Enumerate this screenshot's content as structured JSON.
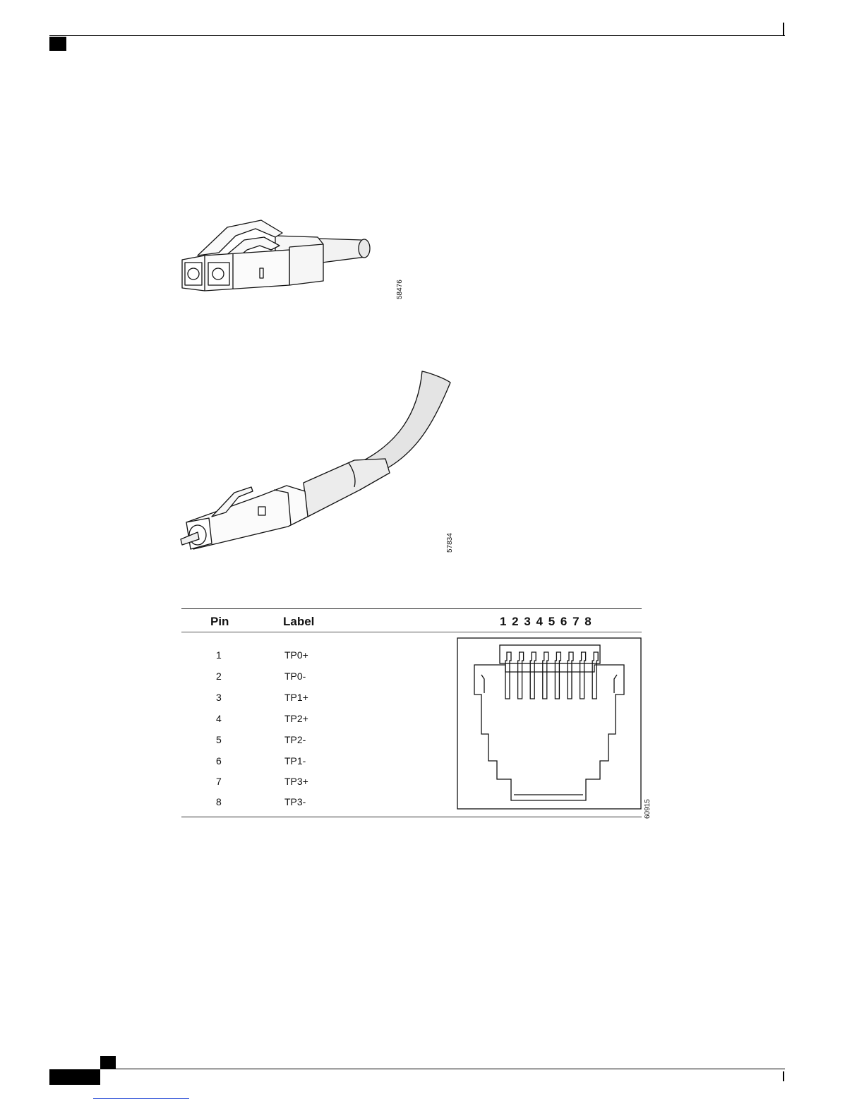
{
  "figures": [
    {
      "id": "58476"
    },
    {
      "id": "57834"
    },
    {
      "id": "60915"
    }
  ],
  "pinout": {
    "header": {
      "pin": "Pin",
      "label": "Label",
      "numbers": "1 2 3 4 5 6 7 8"
    },
    "rows": [
      {
        "pin": "1",
        "label": "TP0+"
      },
      {
        "pin": "2",
        "label": "TP0-"
      },
      {
        "pin": "3",
        "label": "TP1+"
      },
      {
        "pin": "4",
        "label": "TP2+"
      },
      {
        "pin": "5",
        "label": "TP2-"
      },
      {
        "pin": "6",
        "label": "TP1-"
      },
      {
        "pin": "7",
        "label": "TP3+"
      },
      {
        "pin": "8",
        "label": "TP3-"
      }
    ]
  }
}
